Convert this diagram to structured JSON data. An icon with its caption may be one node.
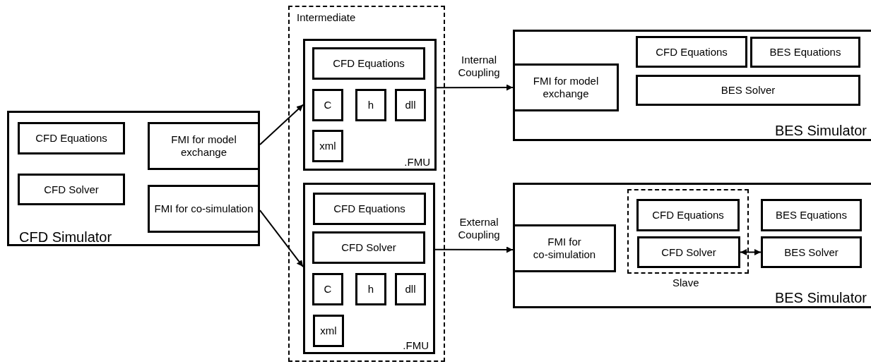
{
  "diagram": {
    "nodes": [
      {
        "text": [
          "CFD Simulator"
        ]
      },
      {
        "text": [
          "CFD Equations"
        ],
        "in": 0
      },
      {
        "text": [
          "CFD Solver"
        ],
        "in": 0
      },
      {
        "text": [
          "FMI for model exchange"
        ],
        "in": 0
      },
      {
        "text": [
          "FMI for co-simulation"
        ],
        "in": 0
      },
      {
        "text": [
          "Intermediate"
        ]
      },
      {
        "text": [
          ".FMU"
        ],
        "in": 5
      },
      {
        "text": [
          "CFD Equations"
        ],
        "in": 6
      },
      {
        "text": [
          "C"
        ],
        "in": 6
      },
      {
        "text": [
          "h"
        ],
        "in": 6
      },
      {
        "text": [
          "dll"
        ],
        "in": 6
      },
      {
        "text": [
          "xml"
        ],
        "in": 6
      },
      {
        "text": [
          ".FMU"
        ],
        "in": 5
      },
      {
        "text": [
          "CFD Equations"
        ],
        "in": 12
      },
      {
        "text": [
          "CFD Solver"
        ],
        "in": 12
      },
      {
        "text": [
          "C"
        ],
        "in": 12
      },
      {
        "text": [
          "h"
        ],
        "in": 12
      },
      {
        "text": [
          "dll"
        ],
        "in": 12
      },
      {
        "text": [
          "xml"
        ],
        "in": 12
      },
      {
        "text": [
          "BES Simulator"
        ]
      },
      {
        "text": [
          "FMI for model exchange"
        ],
        "in": 19
      },
      {
        "text": [
          "CFD Equations"
        ],
        "in": 19
      },
      {
        "text": [
          "BES Equations"
        ],
        "in": 19
      },
      {
        "text": [
          "BES Solver"
        ],
        "in": 19
      },
      {
        "text": [
          "BES Simulator"
        ]
      },
      {
        "text": [
          "FMI for co-simulation"
        ],
        "in": 24
      },
      {
        "text": [
          "Slave"
        ],
        "in": 24
      },
      {
        "text": [
          "CFD Equations"
        ],
        "in": 26
      },
      {
        "text": [
          "CFD Solver"
        ],
        "in": 26
      },
      {
        "text": [
          "BES Equations"
        ],
        "in": 24
      },
      {
        "text": [
          "BES Solver"
        ],
        "in": 24
      }
    ],
    "edges": [
      {
        "from": 3,
        "to": 6,
        "arrow": "to"
      },
      {
        "from": 4,
        "to": 12,
        "arrow": "to"
      },
      {
        "from": 6,
        "to": 20,
        "arrow": "to",
        "label": "Internal Coupling"
      },
      {
        "from": 12,
        "to": 25,
        "arrow": "to",
        "label": "External Coupling"
      },
      {
        "from": 28,
        "to": 30,
        "arrow": "both"
      }
    ]
  }
}
